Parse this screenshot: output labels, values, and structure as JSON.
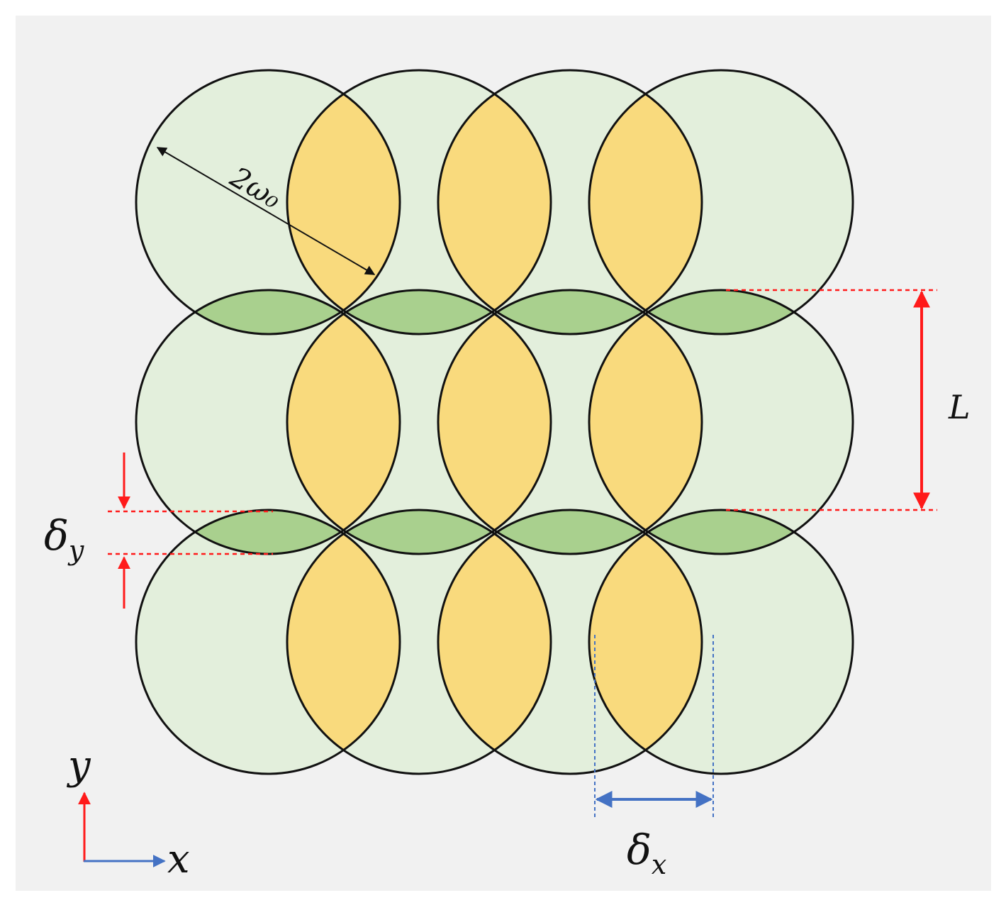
{
  "labels": {
    "diameter": "2ω₀",
    "period": "L",
    "delta_y_symbol": "δ",
    "delta_y_sub": "y",
    "delta_x_symbol": "δ",
    "delta_x_sub": "x",
    "axis_y": "y",
    "axis_x": "x"
  },
  "grid": {
    "rows": 3,
    "cols": 4
  },
  "colors": {
    "background": "#f1f1f1",
    "circle_fill": "#e3efdc",
    "horizontal_overlap": "#f9da7d",
    "vertical_overlap": "#a9d08e",
    "outline": "#111111",
    "red_marker": "#ff1a1a",
    "blue_marker": "#4472c4"
  }
}
